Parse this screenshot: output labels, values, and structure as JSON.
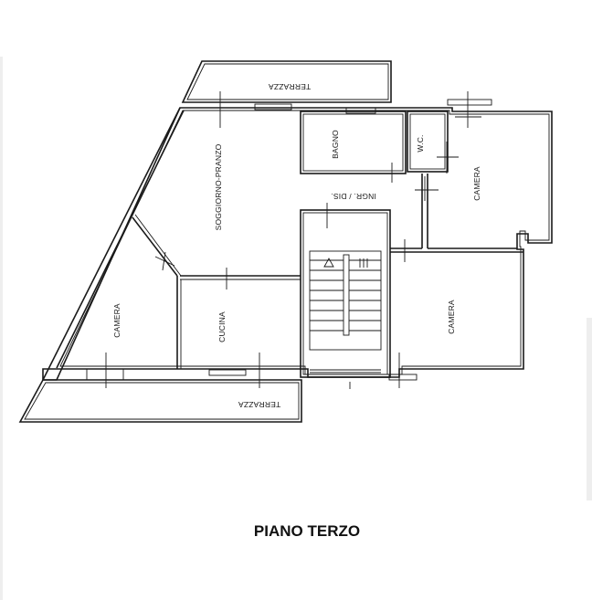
{
  "title": "PIANO TERZO",
  "rooms": {
    "terrace_top": "TERRAZZA",
    "terrace_bottom": "TERRAZZA",
    "living": "SOGGIORNO-PRANZO",
    "bath": "BAGNO",
    "wc": "W.C.",
    "entrance": "INGR. / DIS.",
    "bedroom_right_top": "CAMERA",
    "bedroom_left": "CAMERA",
    "kitchen": "CUCINA",
    "bedroom_right_bottom": "CAMERA"
  }
}
